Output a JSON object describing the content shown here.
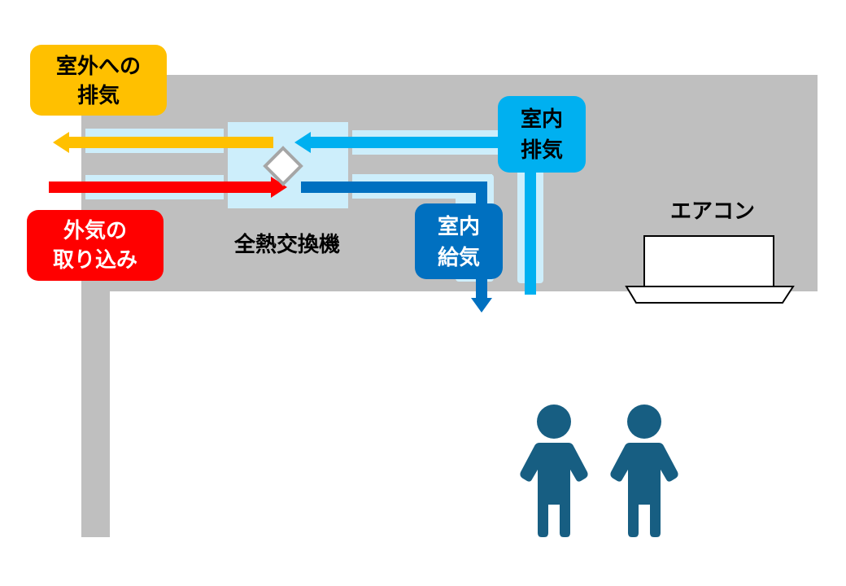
{
  "labels": {
    "exhaust_outdoor": [
      "室外への",
      "排気"
    ],
    "intake_outdoor": [
      "外気の",
      "取り込み"
    ],
    "indoor_supply": [
      "室内",
      "給気"
    ],
    "indoor_exhaust": [
      "室内",
      "排気"
    ],
    "exchanger": "全熱交換機",
    "air_conditioner": "エアコン"
  },
  "colors": {
    "ceiling": "#bfbfbf",
    "duct": "#cdeefb",
    "exhaust_outdoor": "#ffc000",
    "intake_outdoor": "#ff0000",
    "indoor_supply": "#0070c0",
    "indoor_exhaust": "#00b0f0",
    "person": "#175e82"
  }
}
